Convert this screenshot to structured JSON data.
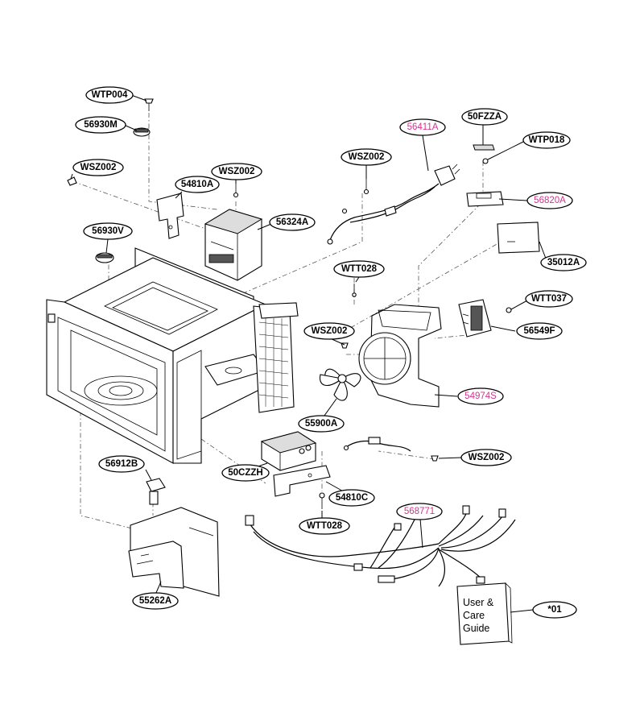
{
  "callouts": [
    {
      "id": "WTP004",
      "pink": false
    },
    {
      "id": "56930M",
      "pink": false
    },
    {
      "id": "WSZ002",
      "pink": false
    },
    {
      "id": "54810A",
      "pink": false
    },
    {
      "id": "WSZ002",
      "pink": false
    },
    {
      "id": "56324A",
      "pink": false
    },
    {
      "id": "56930V",
      "pink": false
    },
    {
      "id": "WSZ002",
      "pink": false
    },
    {
      "id": "56411A",
      "pink": true
    },
    {
      "id": "50FZZA",
      "pink": false
    },
    {
      "id": "WTP018",
      "pink": false
    },
    {
      "id": "56820A",
      "pink": true
    },
    {
      "id": "35012A",
      "pink": false
    },
    {
      "id": "WTT028",
      "pink": false
    },
    {
      "id": "WTT037",
      "pink": false
    },
    {
      "id": "WSZ002",
      "pink": false
    },
    {
      "id": "56549F",
      "pink": false
    },
    {
      "id": "54974S",
      "pink": true
    },
    {
      "id": "55900A",
      "pink": false
    },
    {
      "id": "WSZ002",
      "pink": false
    },
    {
      "id": "56912B",
      "pink": false
    },
    {
      "id": "50CZZH",
      "pink": false
    },
    {
      "id": "54810C",
      "pink": false
    },
    {
      "id": "568771",
      "pink": true
    },
    {
      "id": "WTT028",
      "pink": false
    },
    {
      "id": "55262A",
      "pink": false
    },
    {
      "id": "*01",
      "pink": false
    }
  ],
  "guide_book": {
    "lines": [
      "User &",
      "Care",
      "Guide"
    ]
  },
  "colors": {
    "ink": "#000000",
    "highlight": "#d6338f"
  }
}
